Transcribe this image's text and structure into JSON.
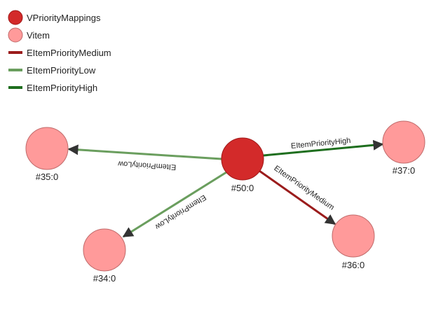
{
  "legend": [
    {
      "label": "VPriorityMappings",
      "kind": "node",
      "color": "#d32a2a"
    },
    {
      "label": "Vitem",
      "kind": "node",
      "color": "#ff9a9a"
    },
    {
      "label": "EItemPriorityMedium",
      "kind": "edge",
      "color": "#9b1c1c"
    },
    {
      "label": "EItemPriorityLow",
      "kind": "edge",
      "color": "#6a9e5e"
    },
    {
      "label": "EItemPriorityHigh",
      "kind": "edge",
      "color": "#1e6e1e"
    }
  ],
  "nodes": {
    "n50": {
      "label": "#50:0",
      "type": "VPriorityMappings"
    },
    "n35": {
      "label": "#35:0",
      "type": "Vitem"
    },
    "n37": {
      "label": "#37:0",
      "type": "Vitem"
    },
    "n36": {
      "label": "#36:0",
      "type": "Vitem"
    },
    "n34": {
      "label": "#34:0",
      "type": "Vitem"
    }
  },
  "edges": [
    {
      "from": "#50:0",
      "to": "#35:0",
      "label": "EItemPriorityLow"
    },
    {
      "from": "#50:0",
      "to": "#34:0",
      "label": "EItemPriorityLow"
    },
    {
      "from": "#50:0",
      "to": "#37:0",
      "label": "EItemPriorityHigh"
    },
    {
      "from": "#50:0",
      "to": "#36:0",
      "label": "EItemPriorityMedium"
    }
  ]
}
